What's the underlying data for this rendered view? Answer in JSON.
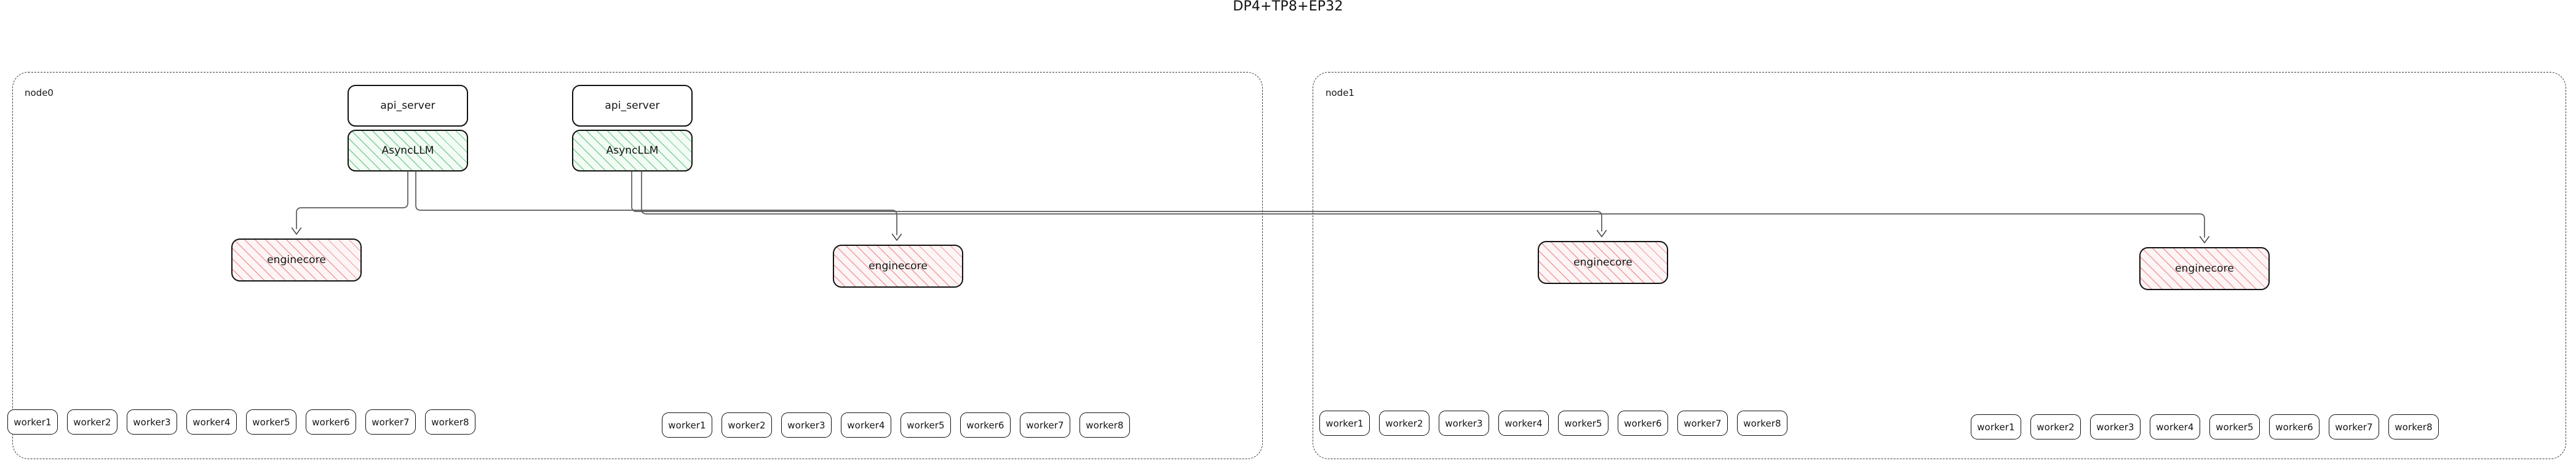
{
  "title": "DP4+TP8+EP32",
  "theme": {
    "background": "#ffffff",
    "stroke": "#111111",
    "cluster_stroke": "#3a3a3a",
    "asyncllm_hatch": "#58be78",
    "asyncllm_fill": "#f2fbf4",
    "enginecore_hatch": "#e87878",
    "enginecore_fill": "#fdf4f5",
    "edge_stroke": "#555555"
  },
  "clusters": [
    {
      "id": "node0",
      "label": "node0",
      "frontends": [
        {
          "api_label": "api_server",
          "engine_label": "AsyncLLM"
        },
        {
          "api_label": "api_server",
          "engine_label": "AsyncLLM"
        }
      ],
      "enginecores": [
        {
          "label": "enginecore"
        },
        {
          "label": "enginecore"
        }
      ],
      "worker_groups": [
        {
          "workers": [
            "worker1",
            "worker2",
            "worker3",
            "worker4",
            "worker5",
            "worker6",
            "worker7",
            "worker8"
          ]
        },
        {
          "workers": [
            "worker1",
            "worker2",
            "worker3",
            "worker4",
            "worker5",
            "worker6",
            "worker7",
            "worker8"
          ]
        }
      ]
    },
    {
      "id": "node1",
      "label": "node1",
      "frontends": [],
      "enginecores": [
        {
          "label": "enginecore"
        },
        {
          "label": "enginecore"
        }
      ],
      "worker_groups": [
        {
          "workers": [
            "worker1",
            "worker2",
            "worker3",
            "worker4",
            "worker5",
            "worker6",
            "worker7",
            "worker8"
          ]
        },
        {
          "workers": [
            "worker1",
            "worker2",
            "worker3",
            "worker4",
            "worker5",
            "worker6",
            "worker7",
            "worker8"
          ]
        }
      ]
    }
  ]
}
